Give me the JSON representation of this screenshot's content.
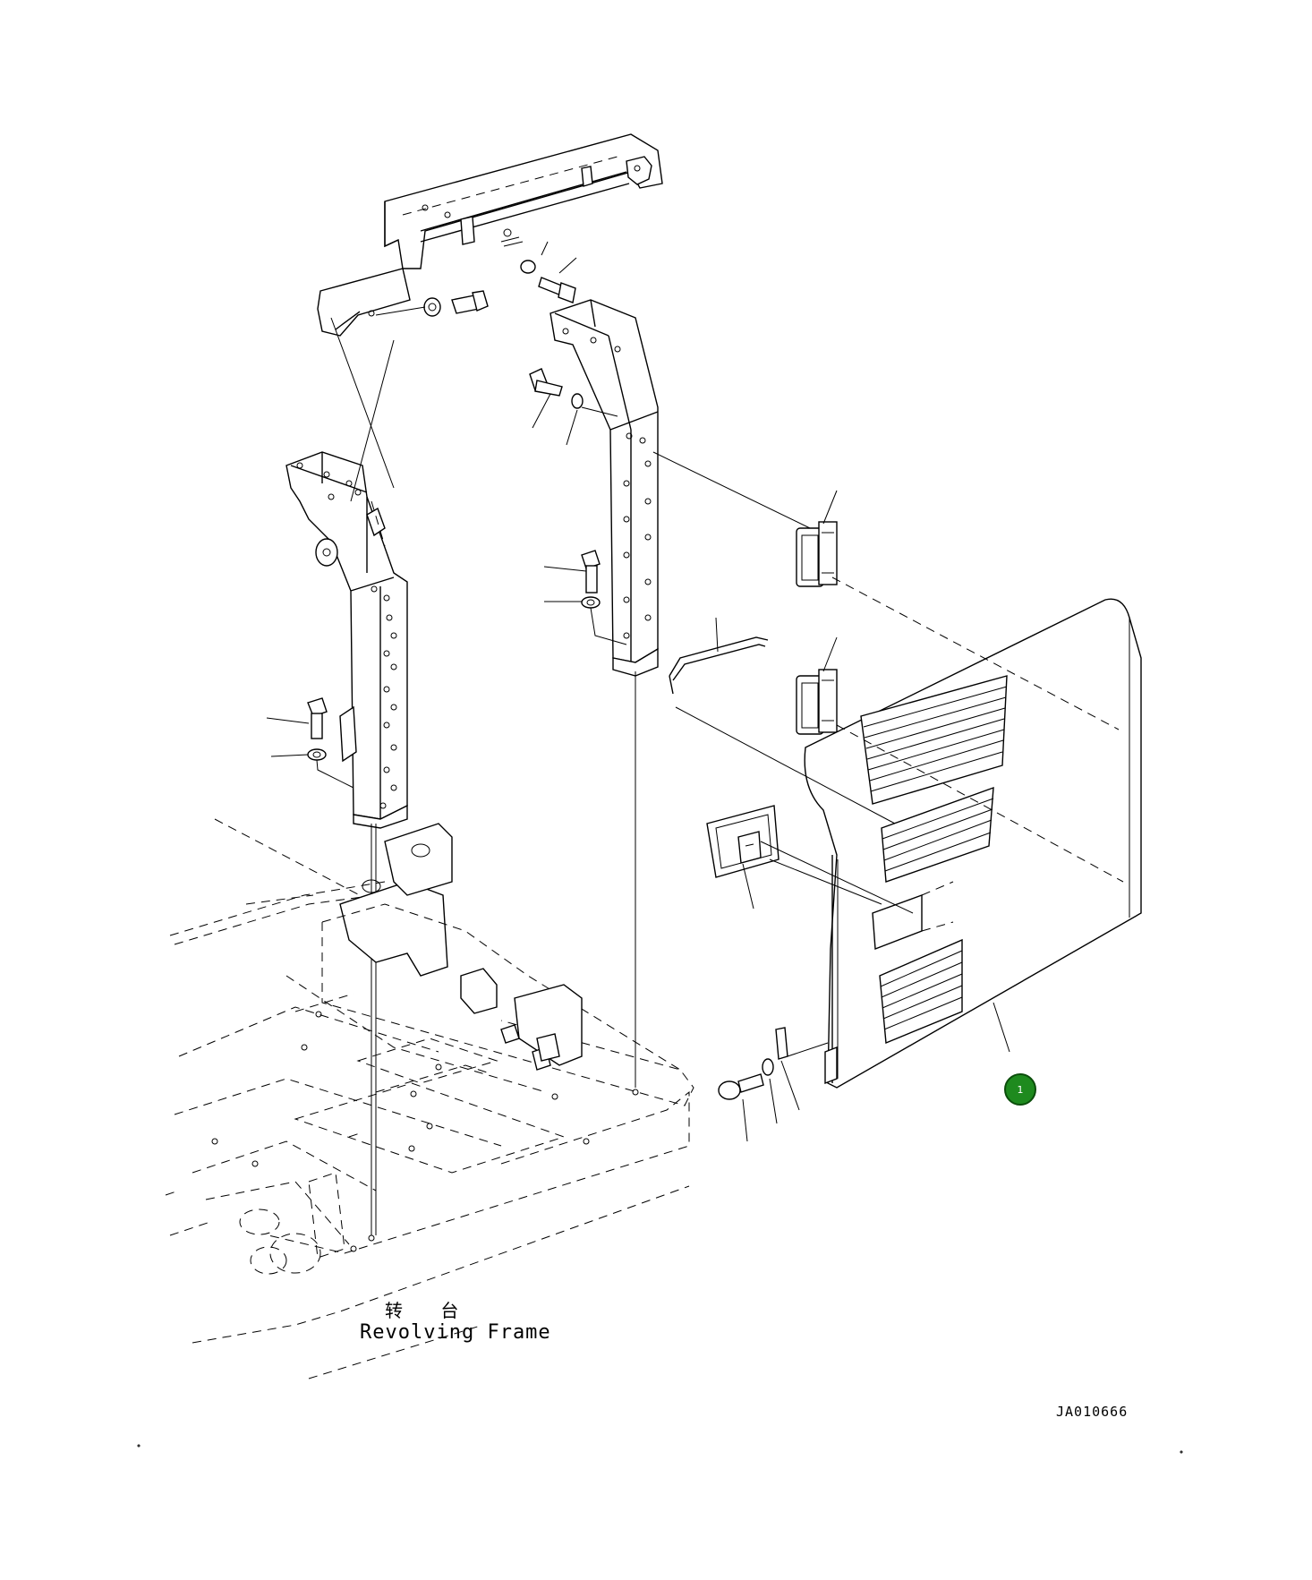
{
  "labels": {
    "frame_cn": "转 台",
    "frame_en": "Revolving Frame",
    "drawing_number": "JA010666"
  },
  "callouts": [
    {
      "number": "1",
      "color": "#1e8a1e"
    }
  ],
  "icons": {
    "part_callout": "green-circle-icon"
  }
}
